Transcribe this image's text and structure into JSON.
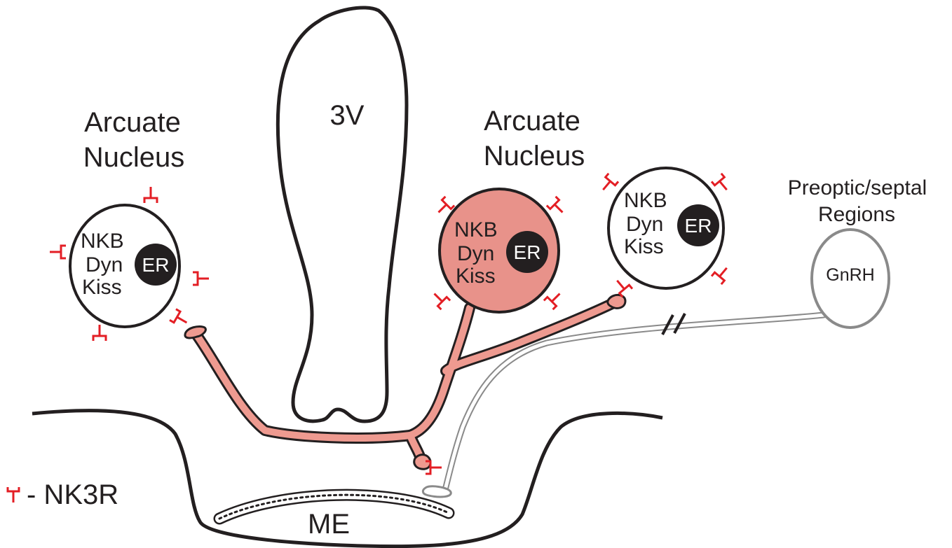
{
  "labels": {
    "arcuate_left_line1": "Arcuate",
    "arcuate_left_line2": "Nucleus",
    "arcuate_mid_line1": "Arcuate",
    "arcuate_mid_line2": "Nucleus",
    "third_ventricle": "3V",
    "preoptic_line1": "Preoptic/septal",
    "preoptic_line2": "Regions",
    "gnrh": "GnRH",
    "median_eminence": "ME",
    "legend": "- NK3R"
  },
  "neurons": [
    {
      "lines": [
        "NKB",
        "Dyn",
        "Kiss"
      ],
      "nucleus": "ER",
      "state": "inactive"
    },
    {
      "lines": [
        "NKB",
        "Dyn",
        "Kiss"
      ],
      "nucleus": "ER",
      "state": "active"
    },
    {
      "lines": [
        "NKB",
        "Dyn",
        "Kiss"
      ],
      "nucleus": "ER",
      "state": "inactive"
    }
  ],
  "colors": {
    "outline": "#231f20",
    "active_neuron_fill": "#e8928a",
    "axon_fill": "#ee9a90",
    "receptor": "#e31e24",
    "gnrh_outline": "#8a8a8a"
  }
}
